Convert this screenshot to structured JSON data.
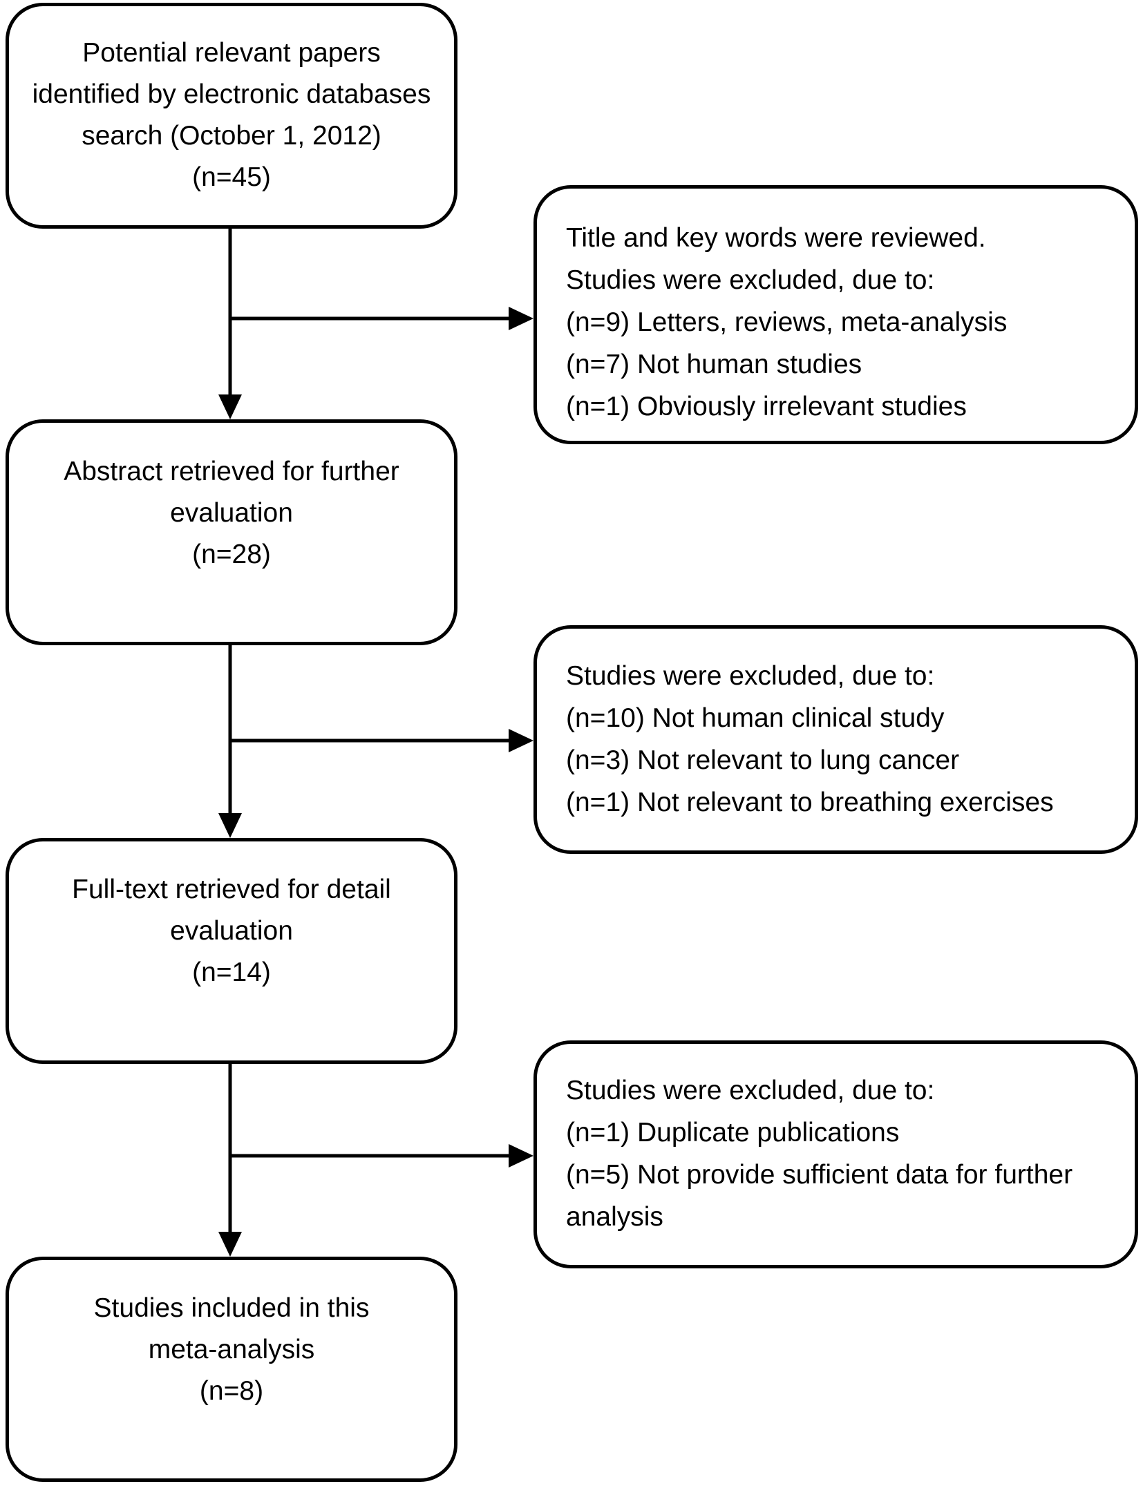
{
  "diagram": {
    "colors": {
      "border": "#000000",
      "background": "#ffffff",
      "text": "#000000",
      "arrow": "#000000"
    },
    "left_boxes": {
      "identified": {
        "lines": [
          "Potential relevant papers",
          "identified by electronic databases",
          "search (October 1, 2012)",
          "(n=45)"
        ]
      },
      "abstract": {
        "lines": [
          "Abstract retrieved for further",
          "evaluation",
          "(n=28)"
        ]
      },
      "fulltext": {
        "lines": [
          "Full-text retrieved for detail",
          "evaluation",
          "(n=14)"
        ]
      },
      "included": {
        "lines": [
          "Studies included in this",
          "meta-analysis",
          "(n=8)"
        ]
      }
    },
    "right_boxes": {
      "title_review": {
        "lines": [
          "Title and key words were reviewed.",
          "Studies were excluded, due to:",
          "(n=9) Letters, reviews, meta-analysis",
          "(n=7) Not human studies",
          "(n=1) Obviously irrelevant studies"
        ]
      },
      "abstract_review": {
        "lines": [
          "Studies were excluded, due to:",
          "(n=10) Not human clinical study",
          "(n=3) Not relevant to lung cancer",
          "(n=1) Not relevant to breathing exercises"
        ]
      },
      "fulltext_review": {
        "lines": [
          "Studies were excluded, due to:",
          "(n=1) Duplicate publications",
          "(n=5) Not provide sufficient data for further",
          "analysis"
        ]
      }
    }
  }
}
